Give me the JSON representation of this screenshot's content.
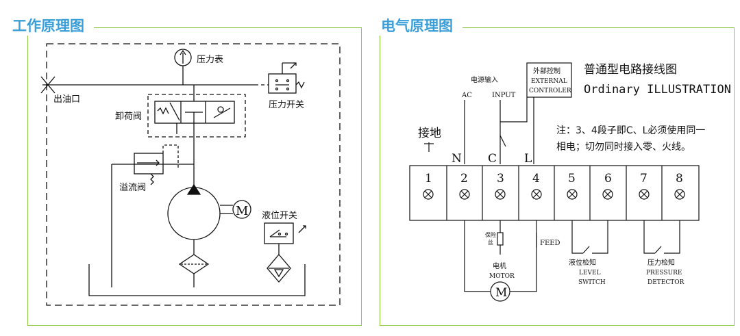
{
  "colors": {
    "title": "#3a9fd8",
    "panel_border": "#8cc63f",
    "ink": "#111111"
  },
  "left": {
    "title": "工作原理图",
    "labels": {
      "gauge": "压力表",
      "outlet": "出油口",
      "pressure_switch": "压力开关",
      "unload_valve": "卸荷阀",
      "relief_valve": "溢流阀",
      "level_switch": "液位开关",
      "motor": "M"
    }
  },
  "right": {
    "title": "电气原理图",
    "heading_cn": "普通型电路接线图",
    "heading_en": "Ordinary ILLUSTRATION",
    "power_input": "电源输入",
    "ac": "AC",
    "input": "INPUT",
    "external": [
      "外部控制",
      "EXTERNAL",
      "CONTROLER"
    ],
    "ground": "接地",
    "note": [
      "注：3、4段子即C、L必须使用同一",
      "相电；切勿同时接入零、火线。"
    ],
    "wire_labels": [
      "N",
      "C",
      "L"
    ],
    "terminals": [
      "1",
      "2",
      "3",
      "4",
      "5",
      "6",
      "7",
      "8"
    ],
    "fuse": [
      "保险",
      "丝"
    ],
    "feed": "FEED",
    "motor": [
      "电机",
      "MOTOR",
      "M"
    ],
    "level": [
      "液位检知",
      "LEVEL",
      "SWITCH"
    ],
    "pressure": [
      "压力检知",
      "PRESSURE",
      "DETECTOR"
    ]
  }
}
